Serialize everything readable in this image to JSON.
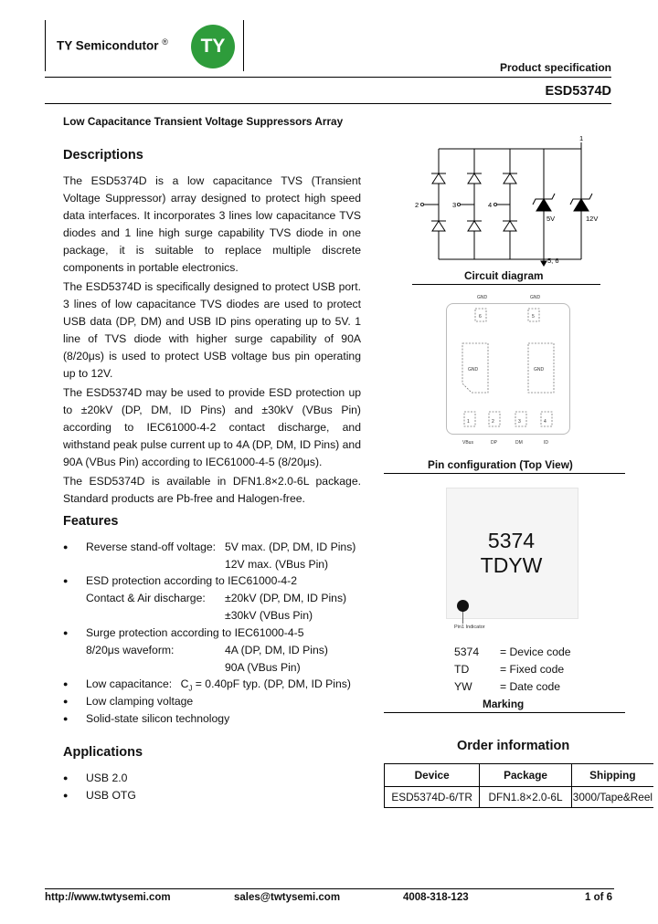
{
  "header": {
    "company": "TY Semicondutor",
    "registered": "®",
    "logo_text": "TY",
    "doc_type": "Product specification",
    "part_number": "ESD5374D"
  },
  "subtitle": "Low Capacitance Transient Voltage Suppressors Array",
  "descriptions": {
    "heading": "Descriptions",
    "paragraphs": [
      "The ESD5374D is a low capacitance TVS (Transient Voltage Suppressor) array designed to protect high speed data interfaces. It incorporates 3 lines low capacitance TVS diodes and 1 line high surge capability TVS diode in one package, it is suitable to replace multiple discrete components in portable electronics.",
      "The ESD5374D is specifically designed to protect USB port. 3 lines of low capacitance TVS diodes are used to protect USB data (DP, DM) and USB ID pins operating up to 5V. 1 line of TVS diode with higher surge capability of 90A (8/20μs) is used to protect USB voltage bus pin operating up to 12V.",
      "The ESD5374D may be used to provide ESD protection up to ±20kV (DP, DM, ID Pins) and ±30kV (VBus Pin) according to IEC61000-4-2 contact discharge, and withstand peak pulse current up to 4A (DP, DM, ID Pins) and 90A (VBus Pin) according to IEC61000-4-5 (8/20μs).",
      "The ESD5374D is available in DFN1.8×2.0-6L package. Standard products are Pb-free and Halogen-free."
    ]
  },
  "features": {
    "heading": "Features",
    "items": [
      {
        "label": "Reverse stand-off voltage:",
        "values": [
          "5V max. (DP, DM, ID Pins)",
          "12V max. (VBus Pin)"
        ]
      },
      {
        "label": "ESD protection according to IEC61000-4-2",
        "sub": "Contact & Air discharge:",
        "values": [
          "±20kV (DP, DM, ID Pins)",
          "±30kV (VBus Pin)"
        ]
      },
      {
        "label": "Surge protection according to IEC61000-4-5",
        "sub": "8/20μs waveform:",
        "values": [
          "4A (DP, DM, ID Pins)",
          "90A (VBus Pin)"
        ]
      },
      {
        "label_prefix": "Low capacitance:",
        "cap_symbol": "C",
        "cap_sub": "J",
        "cap_value": "= 0.40pF typ. (DP, DM, ID Pins)"
      },
      {
        "label": "Low clamping voltage"
      },
      {
        "label": "Solid-state silicon technology"
      }
    ]
  },
  "applications": {
    "heading": "Applications",
    "items": [
      "USB 2.0",
      "USB OTG"
    ]
  },
  "circuit": {
    "caption": "Circuit diagram",
    "pins": [
      "1",
      "2",
      "3",
      "4",
      "5, 6"
    ],
    "voltages": [
      "5V",
      "12V"
    ]
  },
  "pin_config": {
    "caption": "Pin configuration (Top View)",
    "top_labels": [
      "GND",
      "GND"
    ],
    "top_pins": [
      "6",
      "5"
    ],
    "pads": [
      "GND",
      "GND"
    ],
    "bottom_pins": [
      "1",
      "2",
      "3",
      "4"
    ],
    "bottom_labels": [
      "VBus",
      "DP",
      "DM",
      "ID"
    ]
  },
  "marking": {
    "caption": "Marking",
    "line1": "5374",
    "line2": "TDYW",
    "pin1_note": "Pin1 Indicator",
    "legend": [
      {
        "code": "5374",
        "desc": "= Device code"
      },
      {
        "code": "TD",
        "desc": "= Fixed code"
      },
      {
        "code": "YW",
        "desc": "= Date code"
      }
    ]
  },
  "order": {
    "heading": "Order information",
    "columns": [
      "Device",
      "Package",
      "Shipping"
    ],
    "rows": [
      [
        "ESD5374D-6/TR",
        "DFN1.8×2.0-6L",
        "3000/Tape&Reel"
      ]
    ]
  },
  "footer": {
    "url": "http://www.twtysemi.com",
    "email": "sales@twtysemi.com",
    "phone": "4008-318-123",
    "page": "1 of 6"
  }
}
